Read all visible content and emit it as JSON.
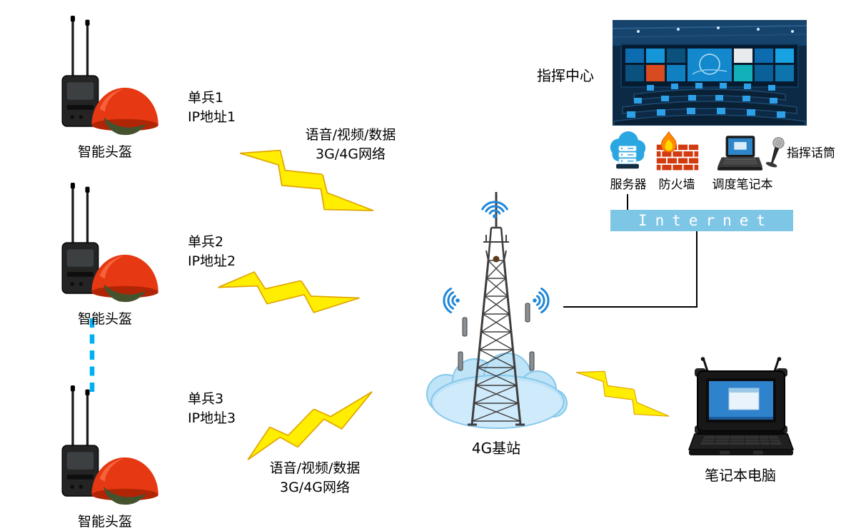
{
  "diagram": {
    "units": [
      {
        "name": "单兵1",
        "ip": "IP地址1",
        "device": "智能头盔"
      },
      {
        "name": "单兵2",
        "ip": "IP地址2",
        "device": "智能头盔"
      },
      {
        "name": "单兵3",
        "ip": "IP地址3",
        "device": "智能头盔"
      }
    ],
    "uplink_top": {
      "line1": "语音/视频/数据",
      "line2": "3G/4G网络"
    },
    "uplink_bottom": {
      "line1": "语音/视频/数据",
      "line2": "3G/4G网络"
    },
    "base_station": {
      "label": "4G基站"
    },
    "command_center": {
      "label": "指挥中心"
    },
    "server": {
      "label": "服务器"
    },
    "firewall": {
      "label": "防火墙"
    },
    "dispatch_laptop": {
      "label": "调度笔记本"
    },
    "microphone": {
      "label": "指挥话筒"
    },
    "internet": {
      "label": "Internet"
    },
    "field_laptop": {
      "label": "笔记本电脑"
    },
    "colors": {
      "lightning_fill": "#ffee00",
      "lightning_stroke": "#e0a400",
      "internet_bar": "#7ec6e6",
      "dashed_link": "#00b0f0",
      "wifi_arc": "#1f86d8",
      "cloud_fill": "#bfe3f7",
      "helmet_red": "#e63812"
    }
  }
}
